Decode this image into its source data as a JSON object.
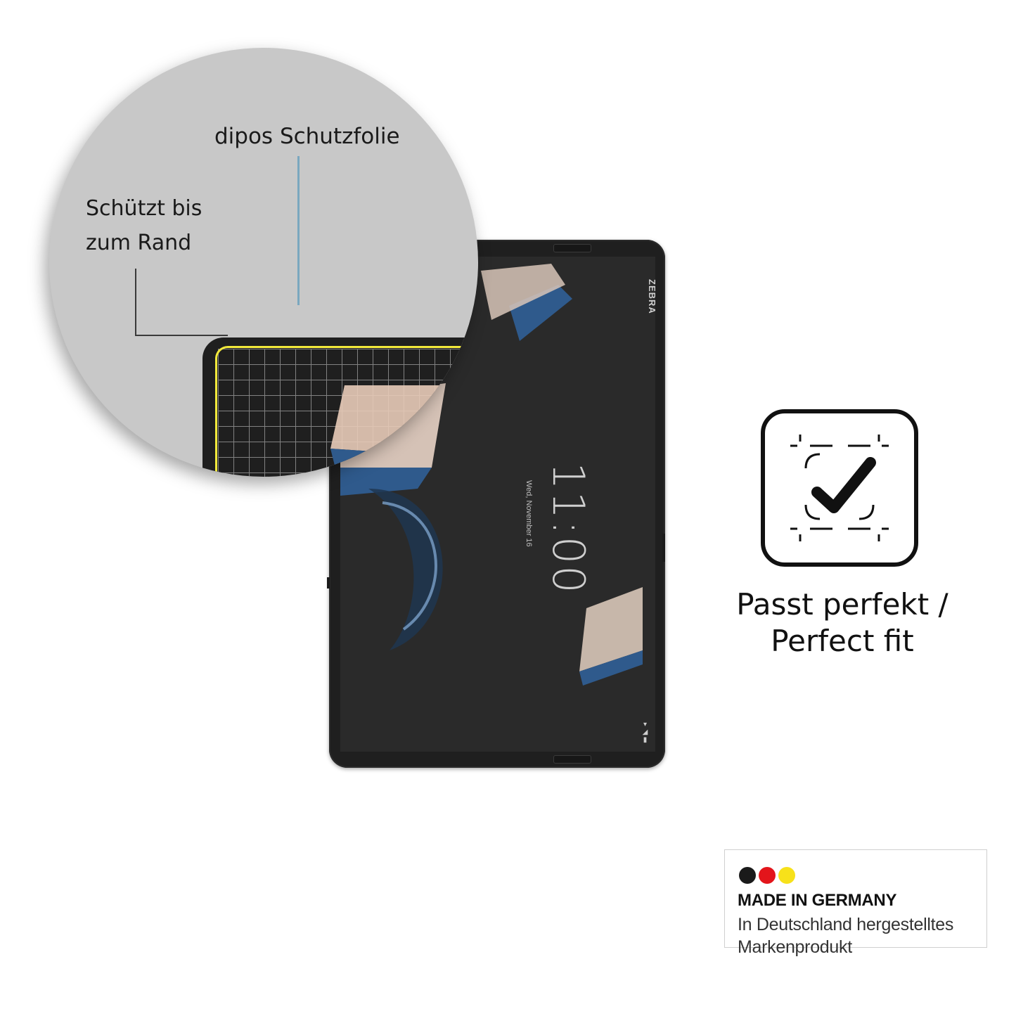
{
  "magnifier": {
    "foil_label": "dipos Schutzfolie",
    "edge_label_line1": "Schützt bis",
    "edge_label_line2": "zum Rand"
  },
  "tablet": {
    "brand": "ZEBRA",
    "clock": "11:00",
    "date": "Wed, November 16"
  },
  "fit": {
    "caption_line1": "Passt perfekt /",
    "caption_line2": "Perfect fit",
    "icon": "frame-check-icon"
  },
  "made_in_germany": {
    "title": "MADE IN GERMANY",
    "subtitle_line1": "In Deutschland hergestelltes",
    "subtitle_line2": "Markenprodukt",
    "flag_colors": [
      "#1a1a1a",
      "#e3151b",
      "#f7e11a"
    ]
  },
  "colors": {
    "accent_yellow": "#f2e93b",
    "line_blue": "#7aa7bf"
  }
}
